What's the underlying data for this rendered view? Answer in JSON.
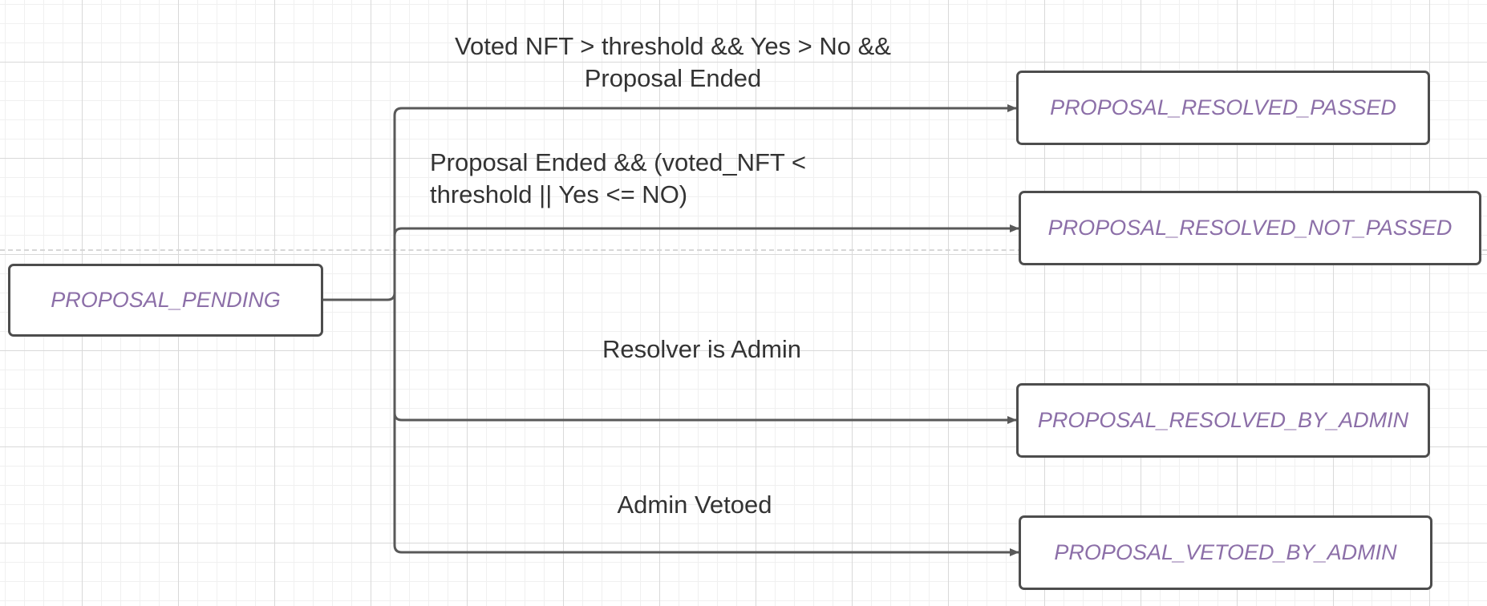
{
  "nodes": {
    "pending": "PROPOSAL_PENDING",
    "resolved_passed": "PROPOSAL_RESOLVED_PASSED",
    "resolved_not_passed": "PROPOSAL_RESOLVED_NOT_PASSED",
    "resolved_by_admin": "PROPOSAL_RESOLVED_BY_ADMIN",
    "vetoed_by_admin": "PROPOSAL_VETOED_BY_ADMIN"
  },
  "edges": {
    "passed": {
      "line1": "Voted NFT > threshold && Yes > No &&",
      "line2": "Proposal Ended"
    },
    "not_passed": {
      "line1": "Proposal Ended && (voted_NFT <",
      "line2": "threshold || Yes <= NO)"
    },
    "by_admin": {
      "line1": "Resolver is Admin"
    },
    "vetoed": {
      "line1": "Admin Vetoed"
    }
  },
  "colors": {
    "node_text": "#8c6fa8",
    "node_border": "#4d4d4d",
    "connector": "#595959",
    "label_text": "#333333"
  }
}
